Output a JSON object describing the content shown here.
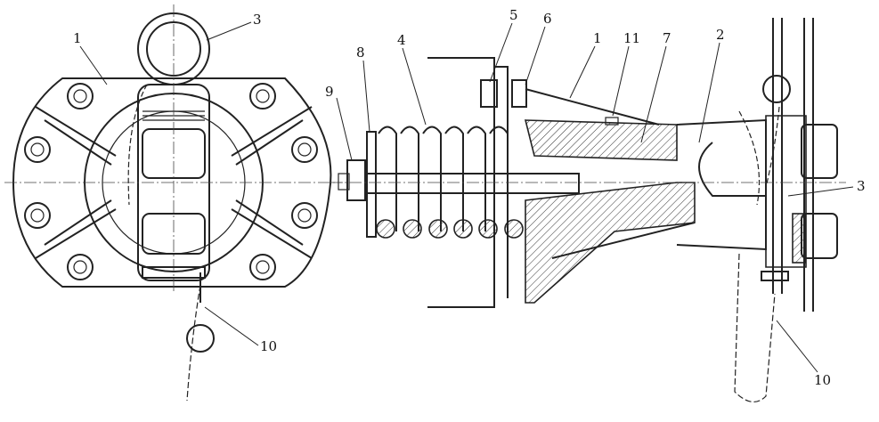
{
  "figure": {
    "left_view_labels": [
      "1",
      "3",
      "10"
    ],
    "right_view_labels": [
      "8",
      "9",
      "4",
      "5",
      "6",
      "1",
      "11",
      "7",
      "2",
      "3",
      "10"
    ]
  }
}
